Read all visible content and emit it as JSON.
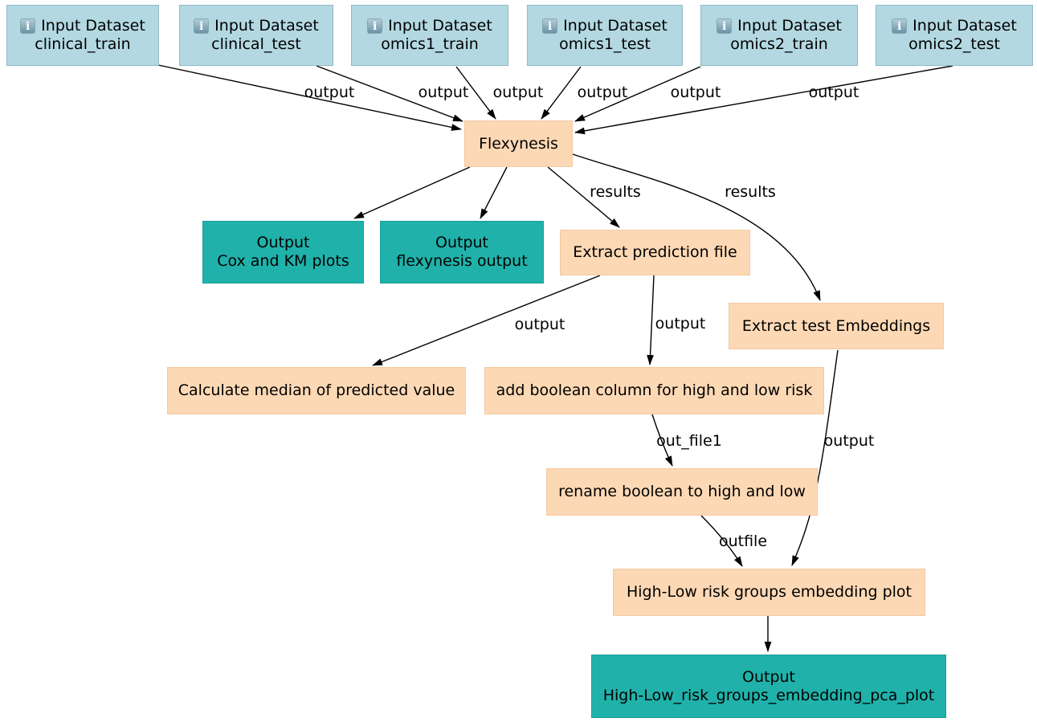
{
  "diagram": {
    "info_icon_glyph": "i",
    "inputs": [
      {
        "title": "Input Dataset",
        "name": "clinical_train"
      },
      {
        "title": "Input Dataset",
        "name": "clinical_test"
      },
      {
        "title": "Input Dataset",
        "name": "omics1_train"
      },
      {
        "title": "Input Dataset",
        "name": "omics1_test"
      },
      {
        "title": "Input Dataset",
        "name": "omics2_train"
      },
      {
        "title": "Input Dataset",
        "name": "omics2_test"
      }
    ],
    "tools": {
      "flexynesis": "Flexynesis",
      "extract_prediction": "Extract prediction file",
      "extract_embeddings": "Extract test Embeddings",
      "calculate_median": "Calculate median of predicted value",
      "add_boolean": "add boolean column for high and low risk",
      "rename_boolean": "rename boolean to high and low",
      "embedding_plot": "High-Low risk groups embedding plot"
    },
    "outputs": {
      "cox_km": {
        "line1": "Output",
        "line2": "Cox and KM plots"
      },
      "flexynesis_output": {
        "line1": "Output",
        "line2": "flexynesis output"
      },
      "pca_plot": {
        "line1": "Output",
        "line2": "High-Low_risk_groups_embedding_pca_plot"
      }
    },
    "edge_labels": {
      "clinical_train_output": "output",
      "clinical_test_output": "output",
      "omics1_train_output": "output",
      "omics1_test_output": "output",
      "omics2_train_output": "output",
      "omics2_test_output": "output",
      "results_prediction": "results",
      "results_embeddings": "results",
      "prediction_output_median": "output",
      "prediction_output_boolean": "output",
      "out_file1": "out_file1",
      "embeddings_output": "output",
      "outfile": "outfile"
    },
    "colors": {
      "input_fill": "#b3d8e2",
      "input_border": "#8fb9c7",
      "tool_fill": "#fcd8b4",
      "tool_border": "#f3c9a2",
      "output_fill": "#20b2aa",
      "output_border": "#1a9e97",
      "edge": "#000000"
    }
  }
}
